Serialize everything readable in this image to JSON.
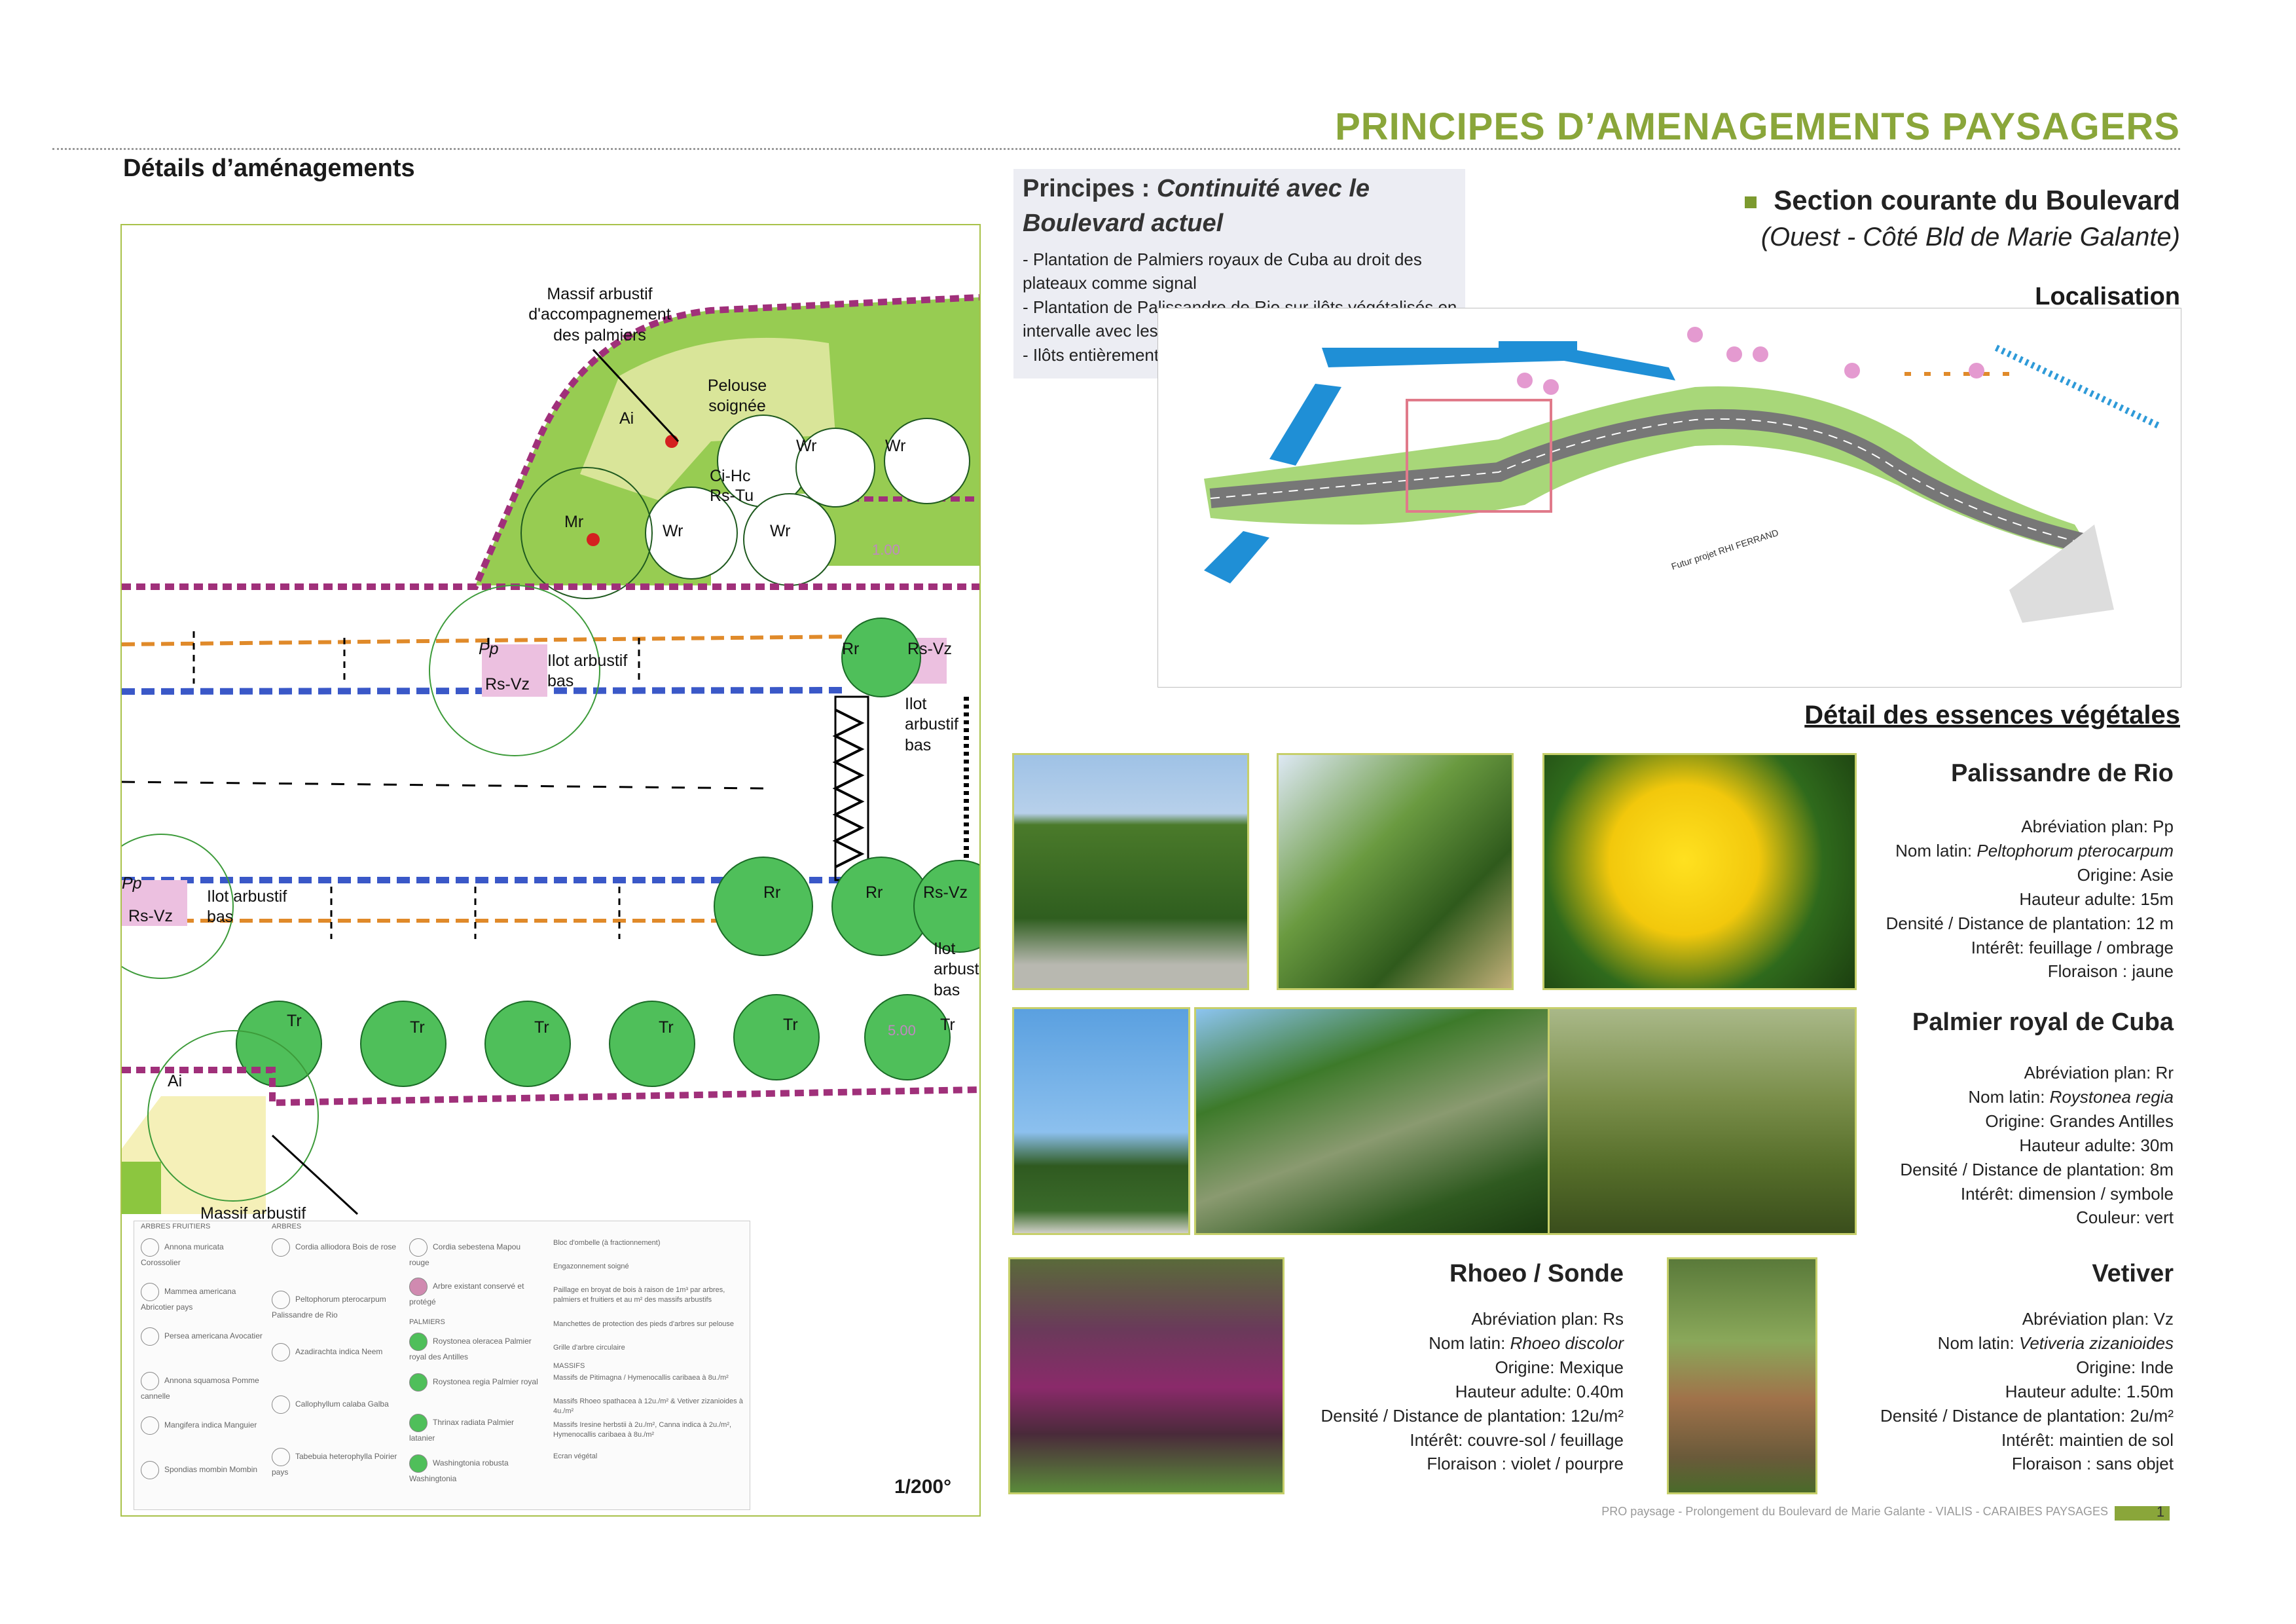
{
  "header": {
    "title": "PRINCIPES D’AMENAGEMENTS PAYSAGERS"
  },
  "left": {
    "heading": "Détails d’aménagements",
    "plan_labels": {
      "massif_top": "Massif arbustif d'accompagnement des palmiers",
      "pelouse": "Pelouse soignée",
      "ci_hc": "Ci-Hc",
      "rs_tu": "Rs-Tu",
      "ai_1": "Ai",
      "mr": "Mr",
      "wr_1": "Wr",
      "wr_2": "Wr",
      "wr_3": "Wr",
      "wr_4": "Wr",
      "level_1": "1.00",
      "pp_1": "Pp",
      "rs_vz_1": "Rs-Vz",
      "ilot_1": "Ilot arbustif bas",
      "rr_1": "Rr",
      "rs_vz_2": "Rs-Vz",
      "ilot_2": "Ilot arbustif bas",
      "pp_2": "Pp",
      "rs_vz_3": "Rs-Vz",
      "ilot_3": "Ilot arbustif bas",
      "rr_2": "Rr",
      "rr_3": "Rr",
      "rs_vz_4": "Rs-Vz",
      "ilot_4": "Ilot arbustif bas",
      "tr_1": "Tr",
      "tr_2": "Tr",
      "tr_3": "Tr",
      "tr_4": "Tr",
      "tr_5": "Tr",
      "tr_6": "Tr",
      "level_2": "5.00",
      "ai_2": "Ai",
      "massif_bottom": "Massif arbustif"
    },
    "legend": {
      "arbres_fruitiers": "ARBRES FRUITIERS",
      "arbres": "ARBRES",
      "palmiers": "PALMIERS",
      "massifs": "MASSIFS",
      "col1": [
        "Annona muricata Corossolier",
        "Mammea americana Abricotier pays",
        "Persea americana Avocatier",
        "Annona squamosa Pomme cannelle",
        "Mangifera indica Manguier",
        "Spondias mombin Mombin"
      ],
      "col2": [
        "Cordia alliodora Bois de rose",
        "Peltophorum pterocarpum Palissandre de Rio",
        "Azadirachta indica Neem",
        "Callophyllum calaba Galba",
        "Tabebuia heterophylla Poirier pays"
      ],
      "col3": [
        "Cordia sebestena Mapou rouge",
        "Arbre existant conservé et protégé",
        "Roystonea oleracea Palmier royal des Antilles",
        "Roystonea regia Palmier royal",
        "Thrinax radiata Palmier latanier",
        "Washingtonia robusta Washingtonia"
      ],
      "col4": [
        "Bloc d'ombelle (à fractionnement)",
        "Engazonnement soigné",
        "Paillage en broyat de bois à raison de 1m³ par arbres, palmiers et fruitiers et au m² des massifs arbustifs",
        "Manchettes de protection des pieds d'arbres sur pelouse",
        "Grille d'arbre circulaire",
        "Massifs de Pitimagna / Hymenocallis caribaea à 8u./m²",
        "Massifs Rhoeo spathacea à 12u./m² & Vetiver zizanioides à 4u./m²",
        "Massifs Iresine herbstii à 2u./m², Canna indica à 2u./m², Hymenocallis caribaea à 8u./m²",
        "Ecran végétal"
      ],
      "scale": "1/200°"
    }
  },
  "principes": {
    "label": "Principes :",
    "title_italic": "Continuité avec le Boulevard actuel",
    "items": [
      "- Plantation de Palmiers royaux de Cuba au droit des plateaux comme signal",
      "- Plantation de Palissandre de Rio sur ilôts végétalisés en intervalle avec les places de stationnements",
      "- Ilôts entièrement végétalisés de Vetivers et Rhoeos"
    ]
  },
  "section": {
    "title": "Section courante du Boulevard",
    "subtitle": "(Ouest - Côté Bld de Marie Galante)",
    "localisation": "Localisation",
    "map_caption": "Futur projet RHI FERRAND"
  },
  "essences_heading": "Détail des essences végétales",
  "plants": [
    {
      "name": "Palissandre de Rio",
      "abbr": "Abréviation plan: Pp",
      "latin_label": "Nom latin:",
      "latin": "Peltophorum pterocarpum",
      "origine": "Origine: Asie",
      "hauteur": "Hauteur adulte: 15m",
      "densite": "Densité / Distance de plantation: 12 m",
      "interet": "Intérêt: feuillage / ombrage",
      "extra": "Floraison : jaune"
    },
    {
      "name": "Palmier royal de Cuba",
      "abbr": "Abréviation plan: Rr",
      "latin_label": "Nom latin:",
      "latin": "Roystonea regia",
      "origine": "Origine: Grandes Antilles",
      "hauteur": "Hauteur adulte: 30m",
      "densite": "Densité / Distance de plantation: 8m",
      "interet": "Intérêt: dimension / symbole",
      "extra": "Couleur: vert"
    },
    {
      "name": "Rhoeo / Sonde",
      "abbr": "Abréviation plan: Rs",
      "latin_label": "Nom latin:",
      "latin": "Rhoeo discolor",
      "origine": "Origine: Mexique",
      "hauteur": "Hauteur adulte: 0.40m",
      "densite": "Densité / Distance de plantation: 12u/m²",
      "interet": "Intérêt:  couvre-sol / feuillage",
      "extra": "Floraison : violet / pourpre"
    },
    {
      "name": "Vetiver",
      "abbr": "Abréviation plan: Vz",
      "latin_label": "Nom latin:",
      "latin": "Vetiveria zizanioides",
      "origine": "Origine: Inde",
      "hauteur": "Hauteur adulte: 1.50m",
      "densite": "Densité / Distance de plantation: 2u/m²",
      "interet": "Intérêt: maintien de sol",
      "extra": "Floraison : sans objet"
    }
  ],
  "footer": {
    "text": "PRO paysage - Prolongement du Boulevard de Marie Galante - VIALIS - CARAIBES PAYSAGES",
    "page": "1"
  },
  "colors": {
    "title_green": "#8aa63a",
    "lawn_green": "#8cc63f",
    "frame_green": "#a9c24a",
    "pink_dash": "#a0307a",
    "blue_dash": "#3a58c8",
    "orange_dash": "#e08a2a"
  }
}
